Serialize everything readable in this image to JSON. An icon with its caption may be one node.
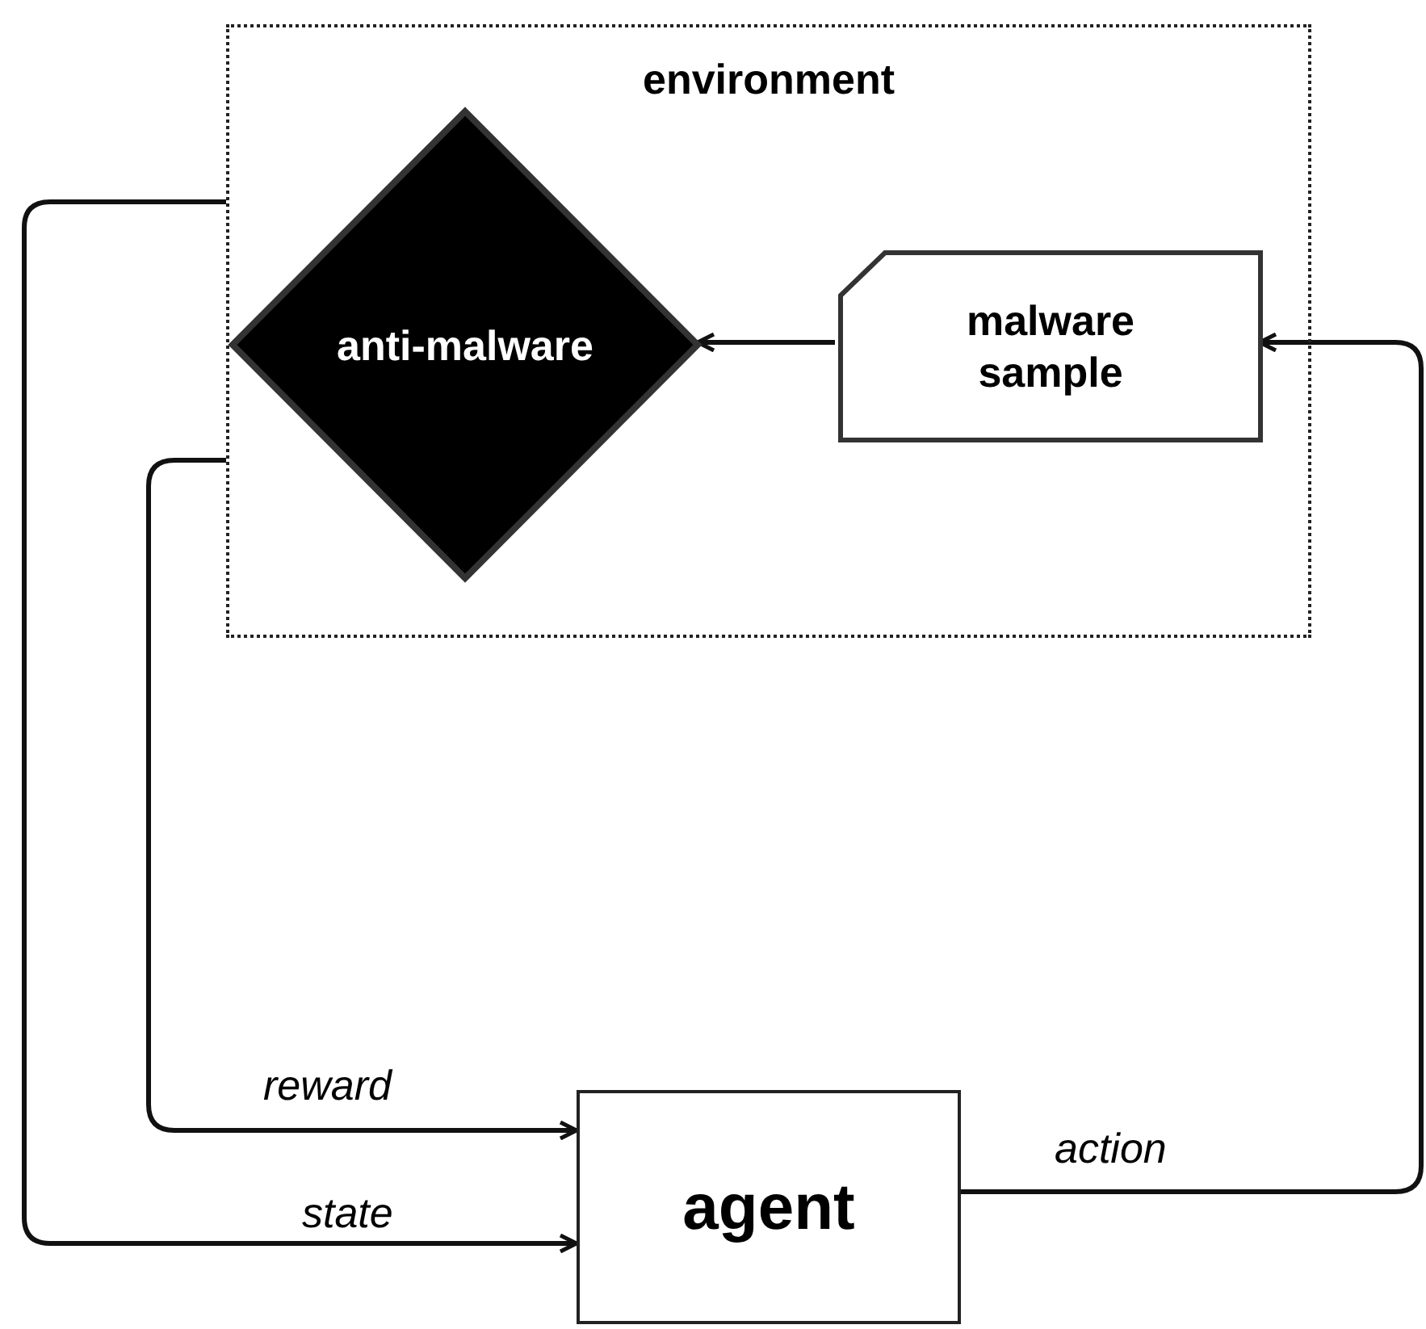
{
  "diagram": {
    "nodes": [
      {
        "text": [
          "environment"
        ]
      },
      {
        "text": [
          "anti-malware"
        ],
        "in": 0
      },
      {
        "text": [
          "malware sample"
        ],
        "in": 0
      },
      {
        "text": [
          "agent"
        ]
      }
    ],
    "edges": [
      {
        "from": 2,
        "to": 1,
        "arrow": "to"
      },
      {
        "from": 3,
        "to": 2,
        "arrow": "to",
        "label": "action"
      },
      {
        "from": 0,
        "to": 3,
        "arrow": "to",
        "label": "reward"
      },
      {
        "from": 0,
        "to": 3,
        "arrow": "to",
        "label": "state"
      }
    ]
  }
}
